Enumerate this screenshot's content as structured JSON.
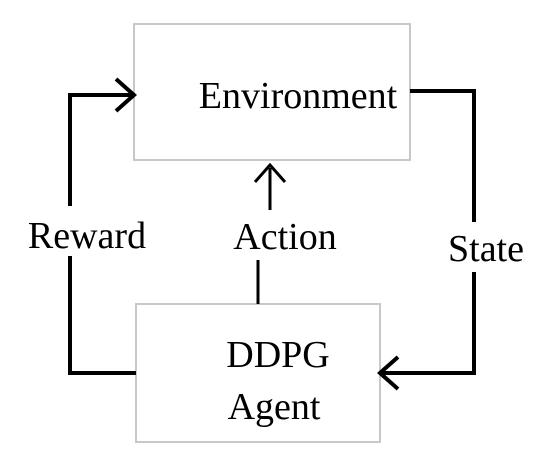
{
  "nodes": {
    "environment": {
      "label": "Environment"
    },
    "agent": {
      "label_line1": "DDPG",
      "label_line2": "Agent"
    }
  },
  "edges": {
    "action": {
      "label": "Action"
    },
    "reward": {
      "label": "Reward"
    },
    "state": {
      "label": "State"
    }
  },
  "colors": {
    "box_border": "#c8c8c8",
    "stroke": "#000000",
    "text": "#000000"
  }
}
